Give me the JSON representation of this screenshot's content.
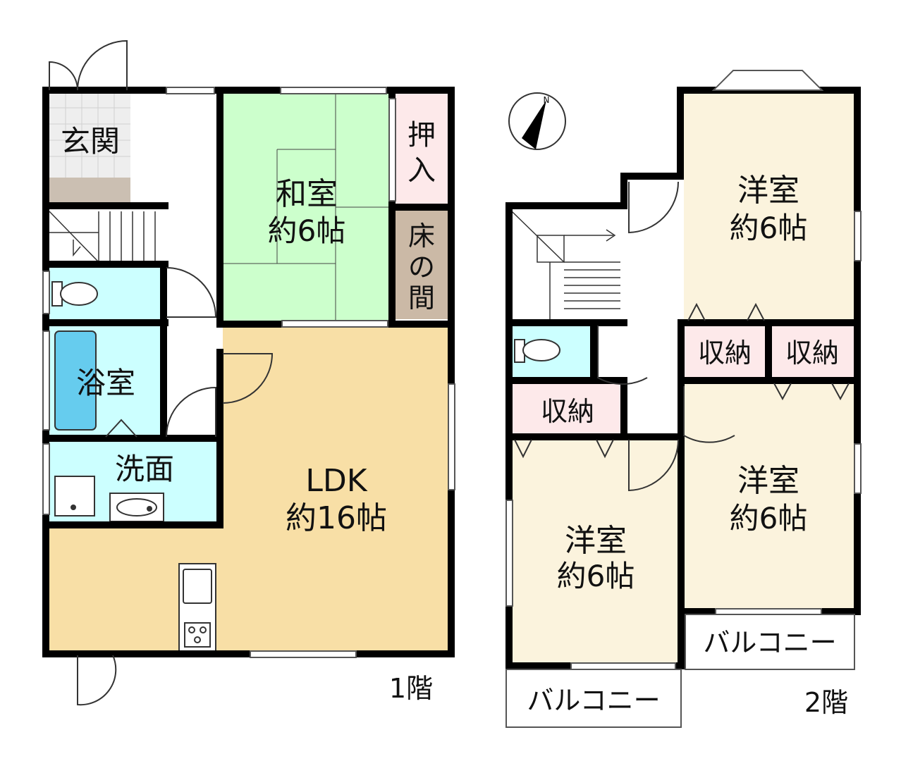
{
  "floors": [
    {
      "label": "1階",
      "rooms": {
        "genkan": "玄関",
        "washitsu": [
          "和室",
          "約6帖"
        ],
        "oshiire": [
          "押",
          "入"
        ],
        "tokonoma": [
          "床",
          "の",
          "間"
        ],
        "yokushitsu": "浴室",
        "senmen": "洗面",
        "ldk": [
          "LDK",
          "約16帖"
        ]
      }
    },
    {
      "label": "2階",
      "rooms": {
        "yoshitsu_top": [
          "洋室",
          "約6帖"
        ],
        "yoshitsu_right": [
          "洋室",
          "約6帖"
        ],
        "yoshitsu_left": [
          "洋室",
          "約6帖"
        ],
        "shuno_a": "収納",
        "shuno_b": "収納",
        "shuno_c": "収納",
        "balcony_right": "バルコニー",
        "balcony_bottom": "バルコニー"
      }
    }
  ],
  "compass": {
    "north": "N"
  },
  "colors": {
    "wall": "#000000",
    "tatami": "#ccffcc",
    "ldk": "#f8dfa6",
    "wet": "#ccffff",
    "bathtub": "#66ccee",
    "storage": "#fde9ea",
    "tokonoma": "#cbb9a6",
    "genkan_tile": "#eeeeee",
    "genkan_step": "#cbbfb2",
    "western": "#fbf3dd"
  }
}
